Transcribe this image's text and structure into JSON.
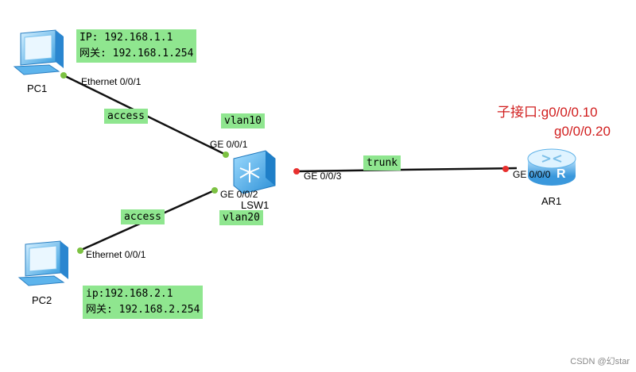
{
  "devices": {
    "pc1": {
      "name": "PC1",
      "port": "Ethernet 0/0/1",
      "ip_line": "IP: 192.168.1.1",
      "gw_line": "网关: 192.168.1.254"
    },
    "pc2": {
      "name": "PC2",
      "port": "Ethernet 0/0/1",
      "ip_line": "ip:192.168.2.1",
      "gw_line": "网关: 192.168.2.254"
    },
    "lsw1": {
      "name": "LSW1",
      "port_pc1": "GE 0/0/1",
      "port_pc2": "GE 0/0/2",
      "port_ar1": "GE 0/0/3"
    },
    "ar1": {
      "name": "AR1",
      "port": "GE 0/0/0"
    }
  },
  "links": {
    "pc1_link_mode": "access",
    "pc2_link_mode": "access",
    "uplink_mode": "trunk"
  },
  "vlans": {
    "v10": "vlan10",
    "v20": "vlan20"
  },
  "subinterfaces": {
    "prefix": "子接口:",
    "first": "g0/0/0.10",
    "second": "g0/0/0.20"
  },
  "colors": {
    "tag_bg": "#8fe68f",
    "link": "#111111",
    "port_up": "#7cc242",
    "port_trunk": "#e8302e",
    "subif_text": "#d11e1e"
  },
  "watermark": "CSDN @幻star"
}
